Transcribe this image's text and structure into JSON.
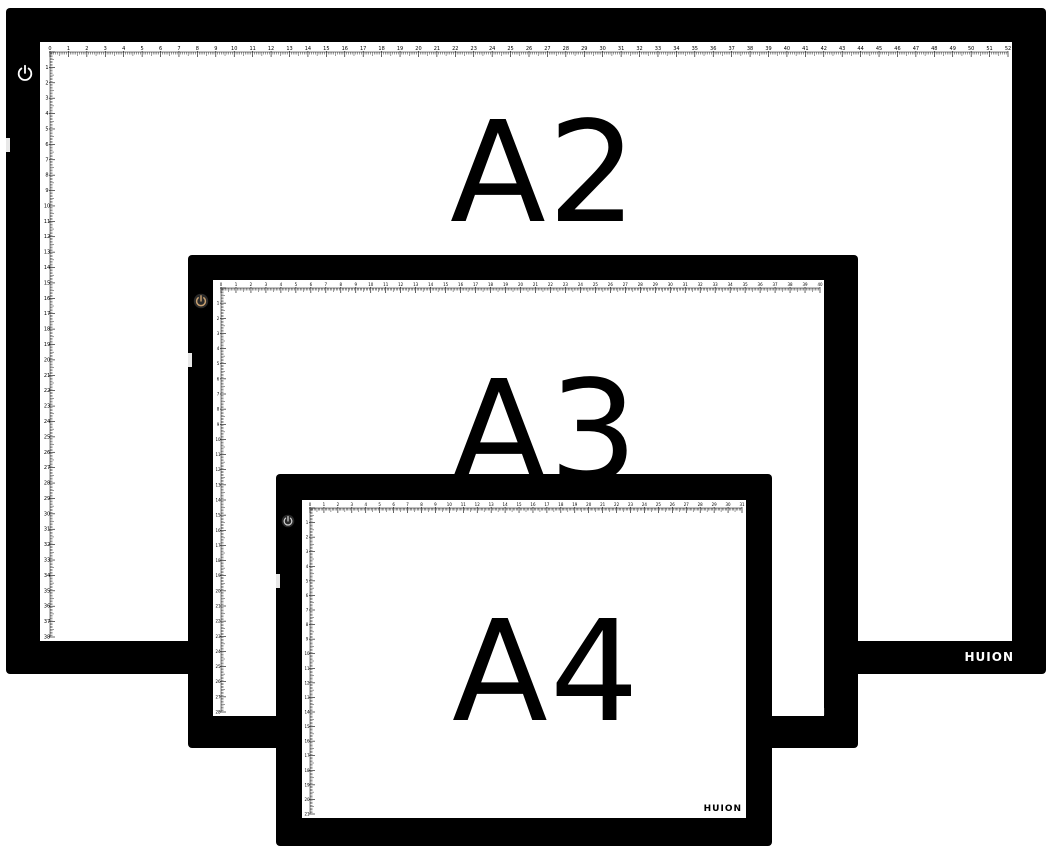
{
  "pads": [
    {
      "id": "a2",
      "size_label": "A2",
      "brand": "HUION",
      "ruler_max_h": 52,
      "ruler_max_v": 38
    },
    {
      "id": "a3",
      "size_label": "A3",
      "brand": "HUION",
      "ruler_max_h": 40,
      "ruler_max_v": 28
    },
    {
      "id": "a4",
      "size_label": "A4",
      "brand": "HUION",
      "ruler_max_h": 31,
      "ruler_max_v": 21
    }
  ],
  "colors": {
    "frame": "#000000",
    "surface": "#ffffff",
    "power_a2": "#ffffff",
    "power_a3": "#c8a070",
    "power_a4": "#d0d0d0"
  },
  "icons": [
    "power-icon"
  ]
}
